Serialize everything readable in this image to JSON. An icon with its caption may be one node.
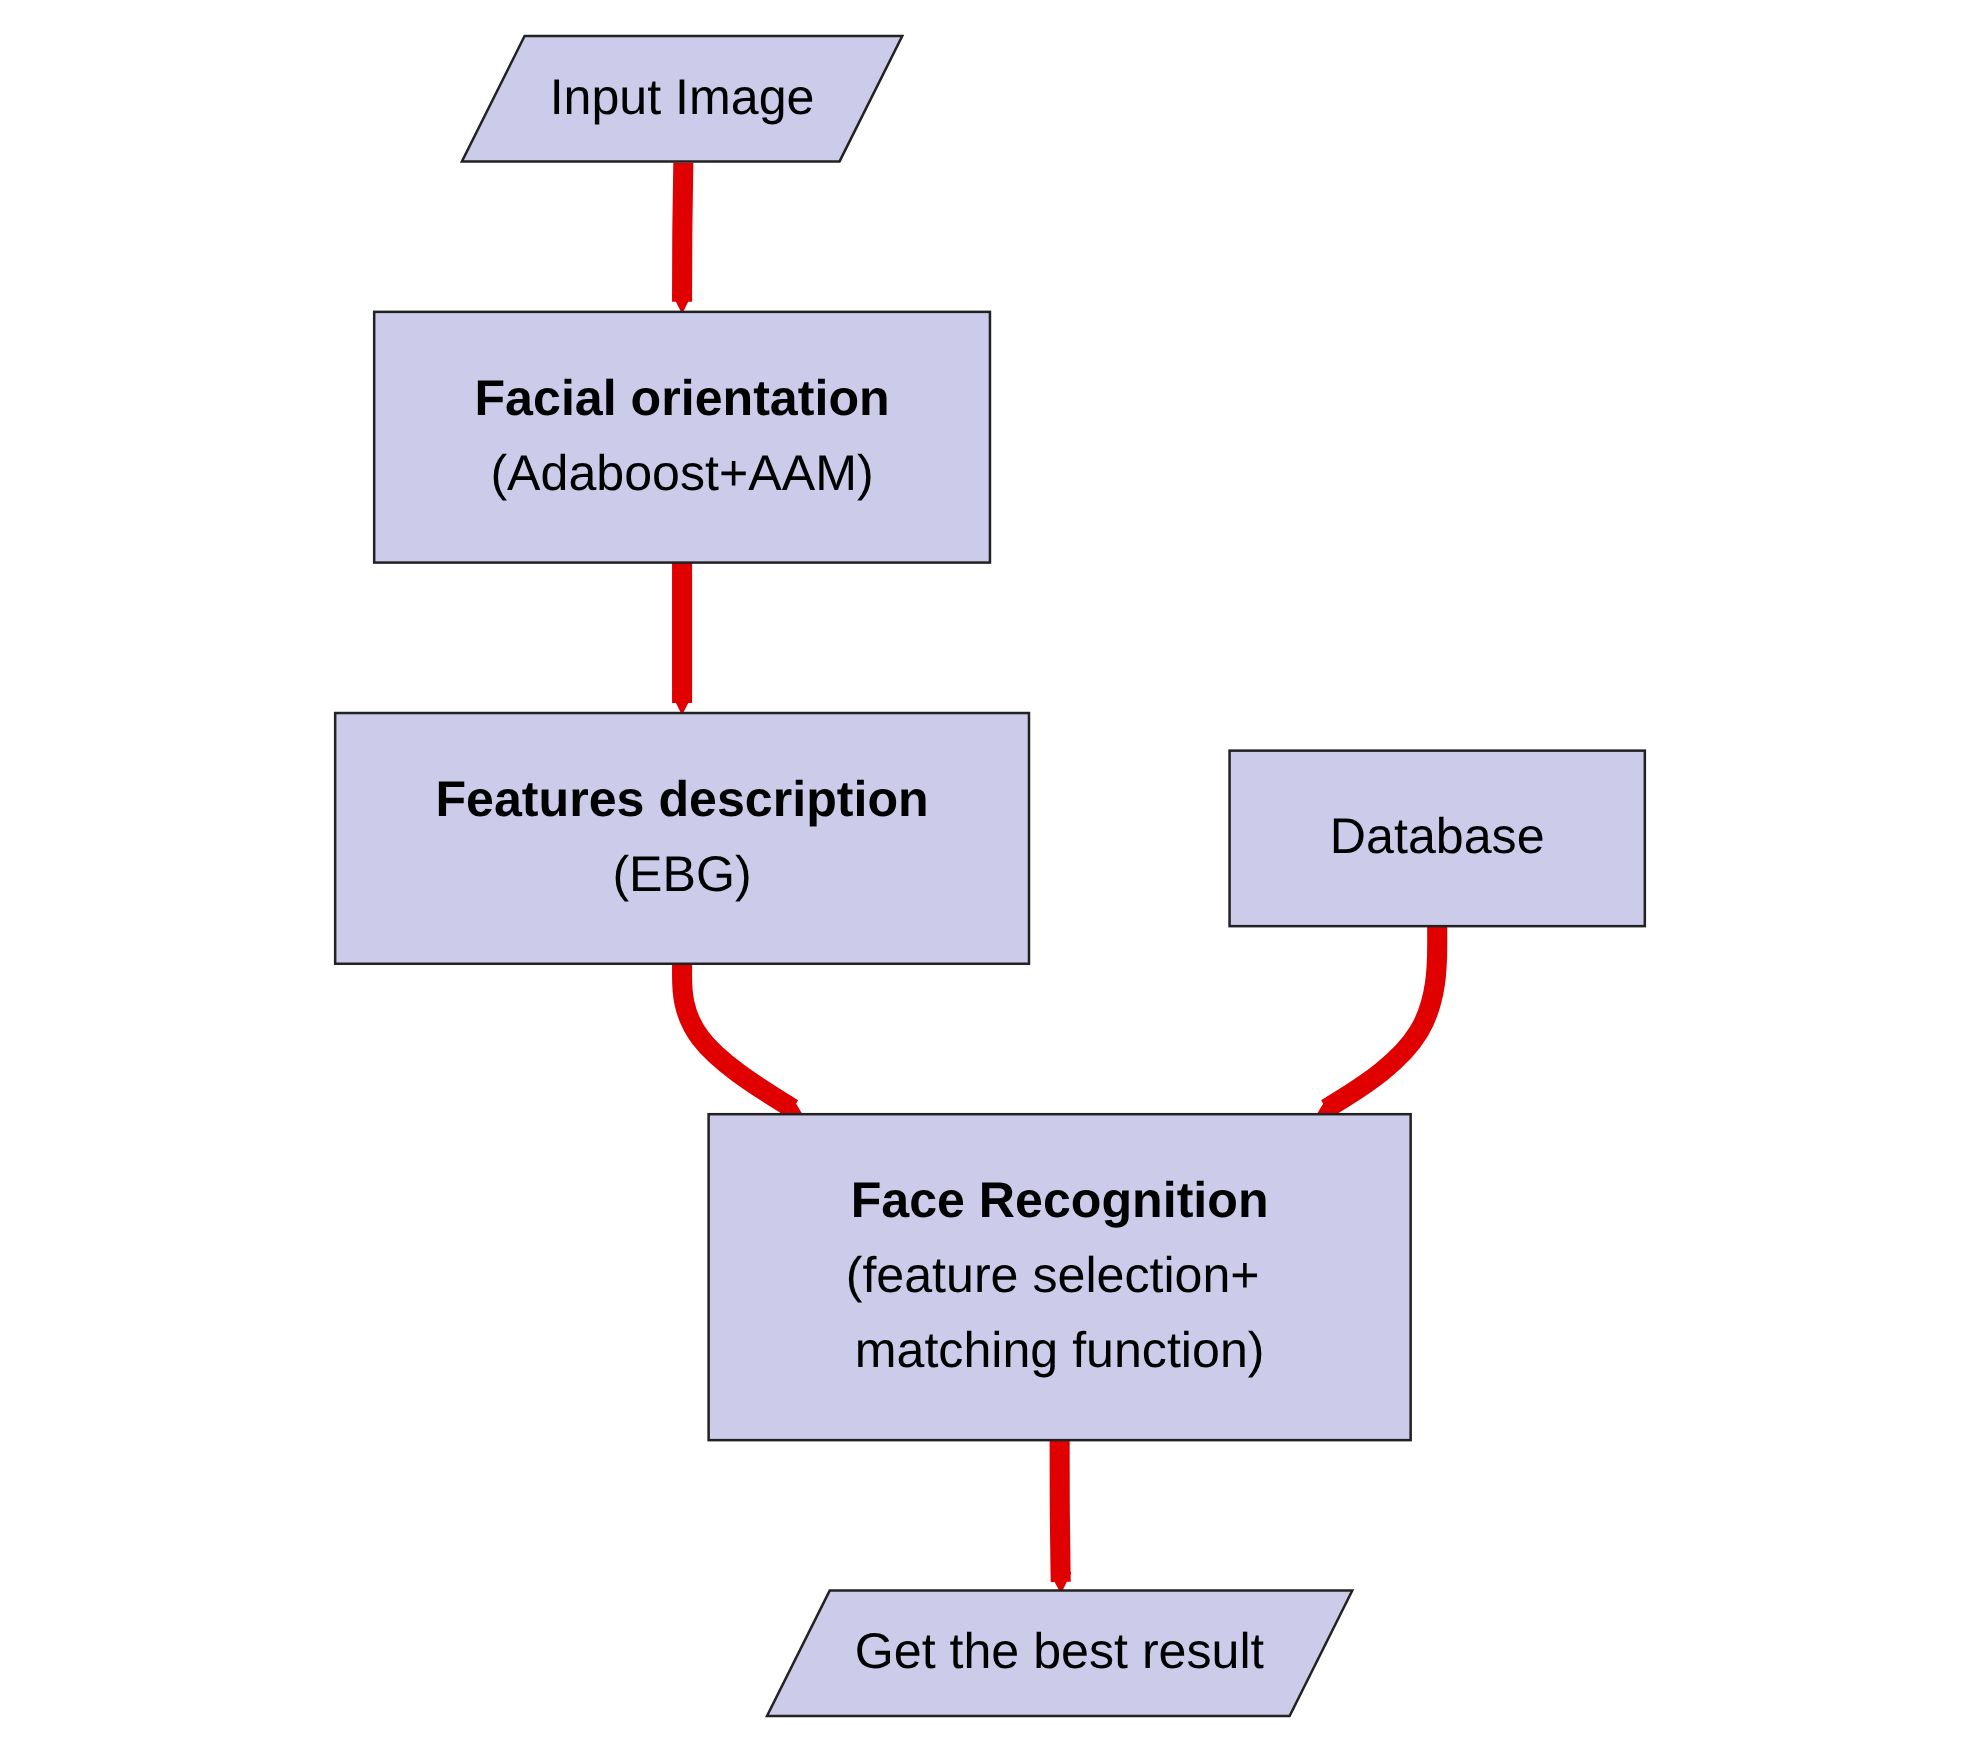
{
  "diagram": {
    "nodes": [
      {
        "text": [
          "Input Image"
        ]
      },
      {
        "text": [
          "Facial orientation",
          "(Adaboost+AAM)"
        ]
      },
      {
        "text": [
          "Features description",
          "(EBG)"
        ]
      },
      {
        "text": [
          "Face Recognition",
          "(feature selection+ matching function)"
        ]
      },
      {
        "text": [
          "Database"
        ]
      },
      {
        "text": [
          "Get the best result"
        ]
      }
    ],
    "edges": [
      {
        "from": 0,
        "to": 1,
        "arrow": "to"
      },
      {
        "from": 1,
        "to": 2,
        "arrow": "to"
      },
      {
        "from": 2,
        "to": 3,
        "arrow": "to"
      },
      {
        "from": 4,
        "to": 3,
        "arrow": "to"
      },
      {
        "from": 3,
        "to": 5,
        "arrow": "to"
      }
    ]
  }
}
